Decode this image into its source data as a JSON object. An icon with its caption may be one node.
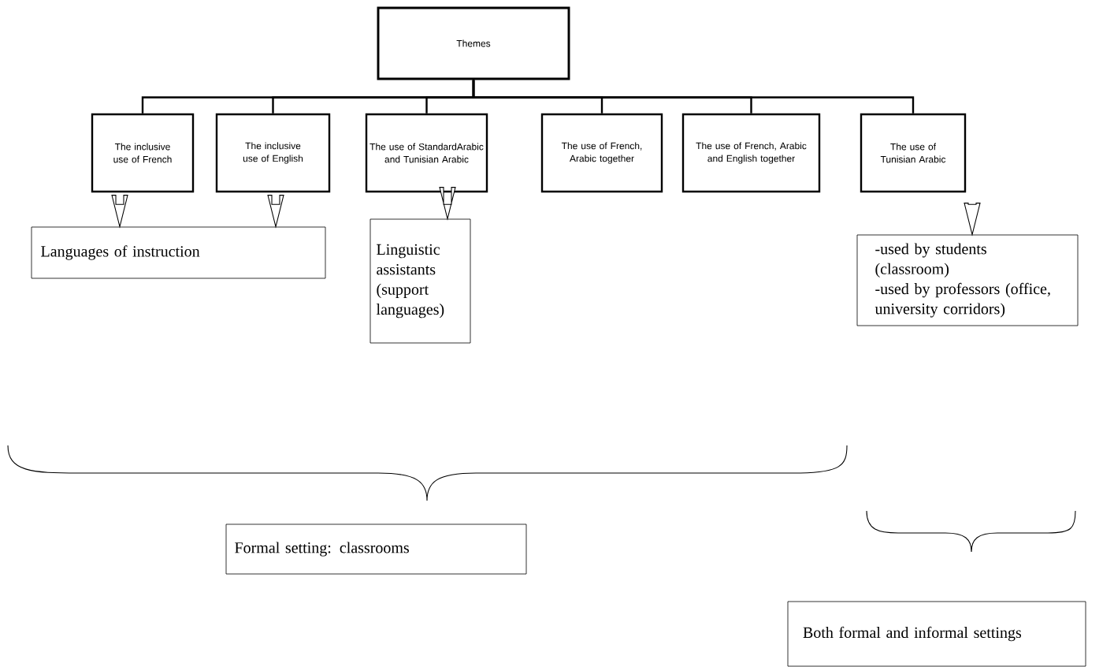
{
  "diagram": {
    "nodes": [
      {
        "text": [
          "Themes"
        ]
      },
      {
        "text": [
          "The inclusive use of French"
        ]
      },
      {
        "text": [
          "The inclusive use of English"
        ]
      },
      {
        "text": [
          "The use of StandardArabic and Tunisian Arabic"
        ]
      },
      {
        "text": [
          "The use of French, Arabic together"
        ]
      },
      {
        "text": [
          "The use of French, Arabic and English together"
        ]
      },
      {
        "text": [
          "The use of Tunisian Arabic"
        ]
      },
      {
        "text": [
          "Languages of instruction"
        ]
      },
      {
        "text": [
          "Linguistic assistants (support languages)"
        ]
      },
      {
        "text": [
          "-used by students (classroom)",
          "-used by professors (office, university corridors)"
        ]
      },
      {
        "text": [
          "Formal setting: classrooms"
        ]
      },
      {
        "text": [
          "Both formal and informal settings"
        ]
      }
    ],
    "edges": [
      {
        "from": 0,
        "to": 1,
        "arrow": "none"
      },
      {
        "from": 0,
        "to": 2,
        "arrow": "none"
      },
      {
        "from": 0,
        "to": 3,
        "arrow": "none"
      },
      {
        "from": 0,
        "to": 4,
        "arrow": "none"
      },
      {
        "from": 0,
        "to": 5,
        "arrow": "none"
      },
      {
        "from": 0,
        "to": 6,
        "arrow": "none"
      },
      {
        "from": 1,
        "to": 7,
        "arrow": "to"
      },
      {
        "from": 2,
        "to": 7,
        "arrow": "to"
      },
      {
        "from": 3,
        "to": 8,
        "arrow": "to"
      },
      {
        "from": 6,
        "to": 9,
        "arrow": "to"
      }
    ]
  }
}
